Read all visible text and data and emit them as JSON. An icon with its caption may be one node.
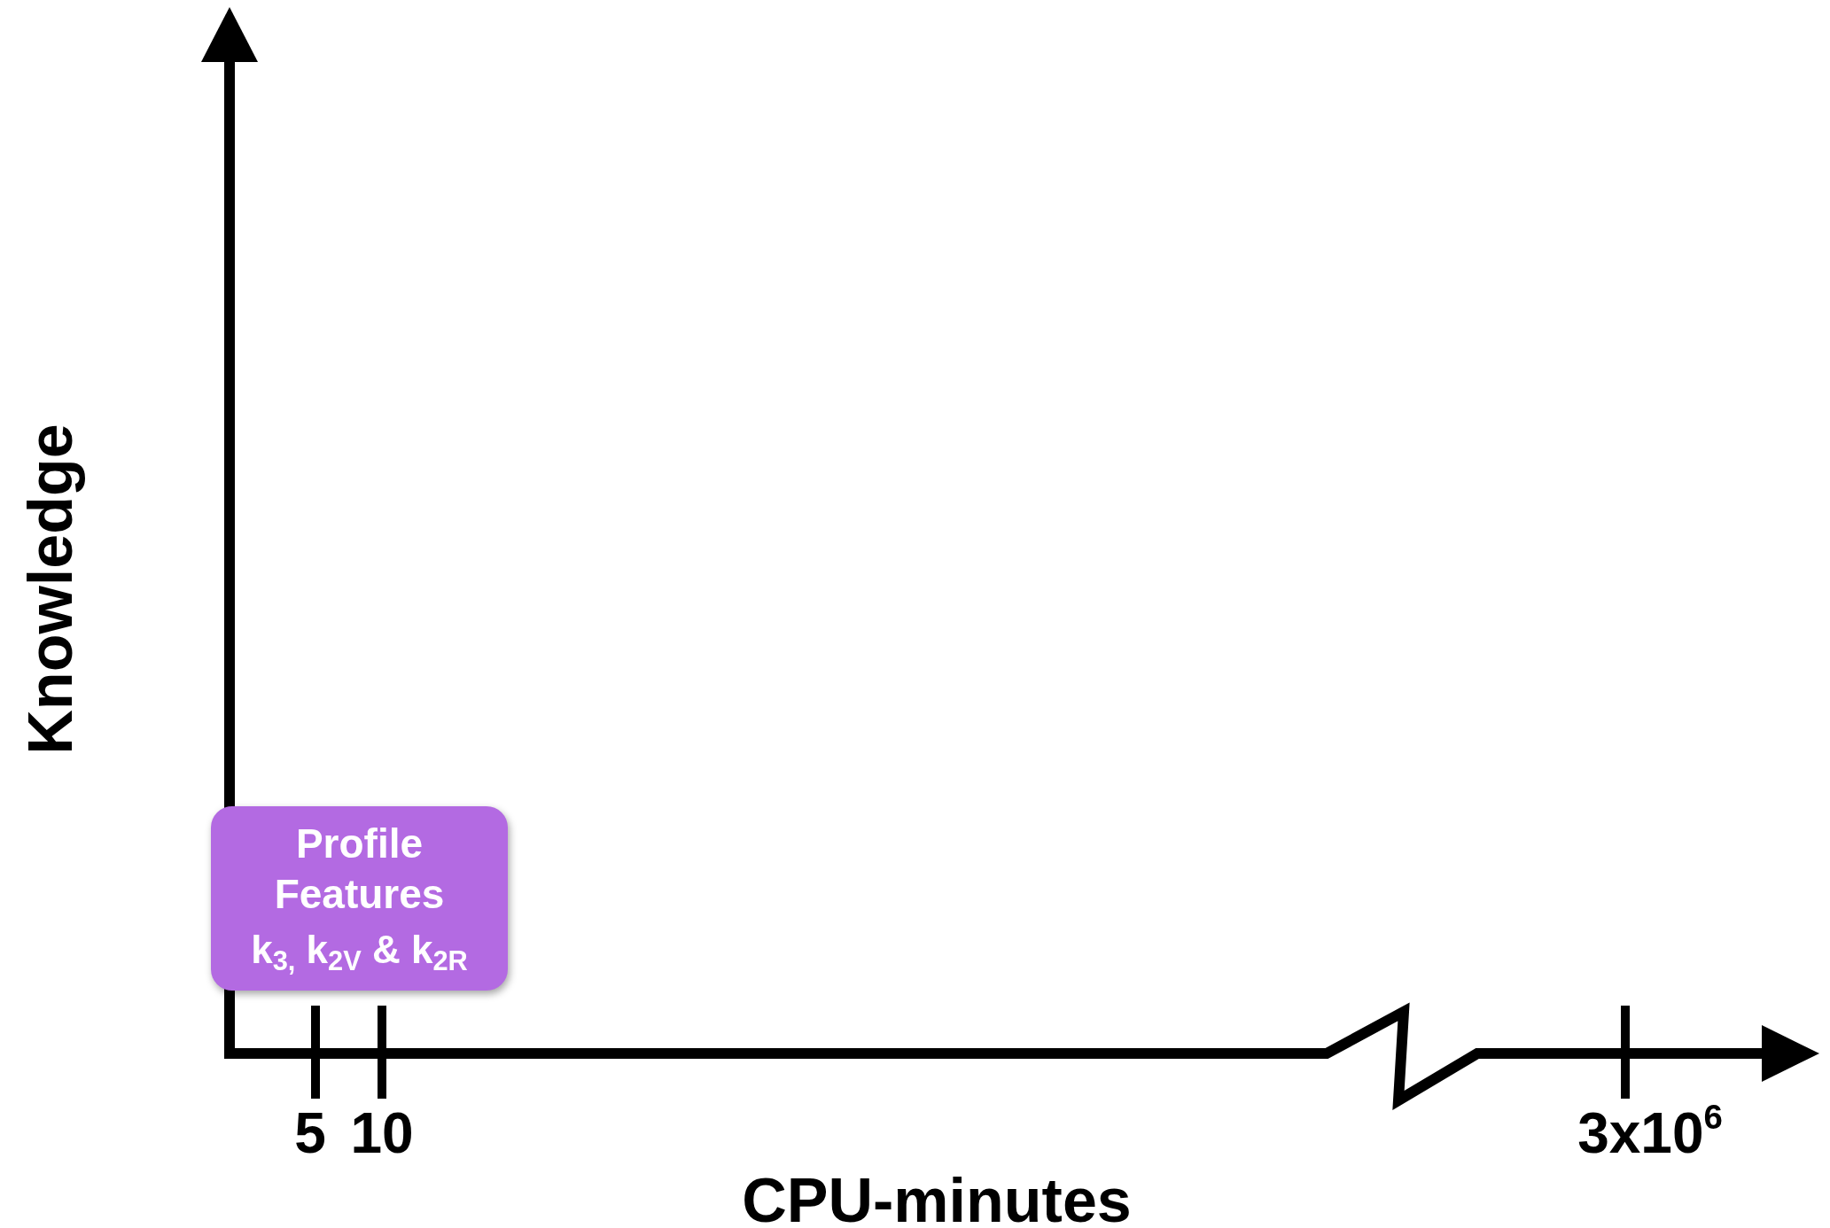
{
  "diagram": {
    "nodes": [
      {
        "text": [
          "Profile Features",
          "k$_{3,}$ k$_{2V}$ & k$_{2R}$"
        ]
      }
    ],
    "labels": [
      "5",
      "10",
      "3x10$^{6}$",
      "CPU-minutes",
      "Knowledge"
    ]
  }
}
